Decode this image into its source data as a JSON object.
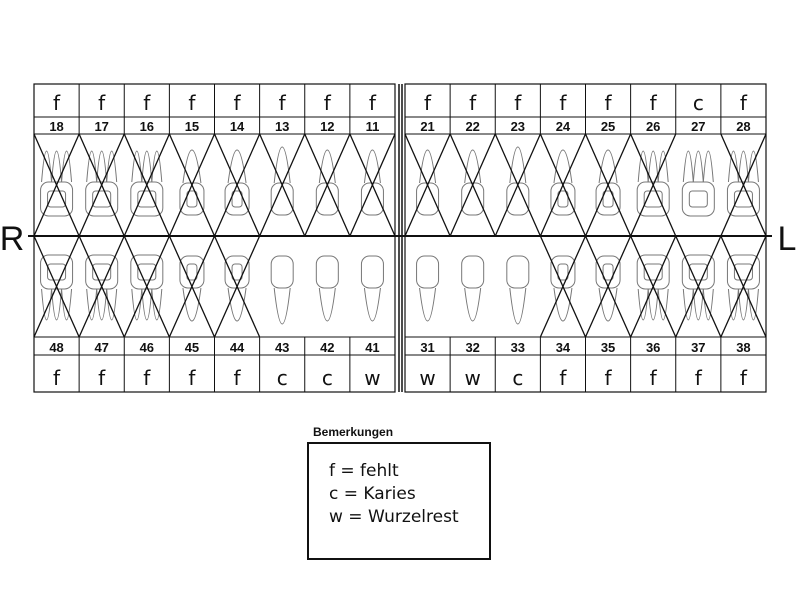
{
  "side_labels": {
    "right": "R",
    "left": "L"
  },
  "upper_right": [
    {
      "number": "18",
      "status": "f"
    },
    {
      "number": "17",
      "status": "f"
    },
    {
      "number": "16",
      "status": "f"
    },
    {
      "number": "15",
      "status": "f"
    },
    {
      "number": "14",
      "status": "f"
    },
    {
      "number": "13",
      "status": "f"
    },
    {
      "number": "12",
      "status": "f"
    },
    {
      "number": "11",
      "status": "f"
    }
  ],
  "upper_left": [
    {
      "number": "21",
      "status": "f"
    },
    {
      "number": "22",
      "status": "f"
    },
    {
      "number": "23",
      "status": "f"
    },
    {
      "number": "24",
      "status": "f"
    },
    {
      "number": "25",
      "status": "f"
    },
    {
      "number": "26",
      "status": "f"
    },
    {
      "number": "27",
      "status": "c"
    },
    {
      "number": "28",
      "status": "f"
    }
  ],
  "lower_right": [
    {
      "number": "48",
      "status": "f"
    },
    {
      "number": "47",
      "status": "f"
    },
    {
      "number": "46",
      "status": "f"
    },
    {
      "number": "45",
      "status": "f"
    },
    {
      "number": "44",
      "status": "f"
    },
    {
      "number": "43",
      "status": "c"
    },
    {
      "number": "42",
      "status": "c"
    },
    {
      "number": "41",
      "status": "w"
    }
  ],
  "lower_left": [
    {
      "number": "31",
      "status": "w"
    },
    {
      "number": "32",
      "status": "w"
    },
    {
      "number": "33",
      "status": "c"
    },
    {
      "number": "34",
      "status": "f"
    },
    {
      "number": "35",
      "status": "f"
    },
    {
      "number": "36",
      "status": "f"
    },
    {
      "number": "37",
      "status": "f"
    },
    {
      "number": "38",
      "status": "f"
    }
  ],
  "legend": {
    "title": "Bemerkungen",
    "items": [
      "f = fehlt",
      "c = Karies",
      "w = Wurzelrest"
    ]
  },
  "colors": {
    "line": "#111111",
    "tooth": "#777777"
  }
}
